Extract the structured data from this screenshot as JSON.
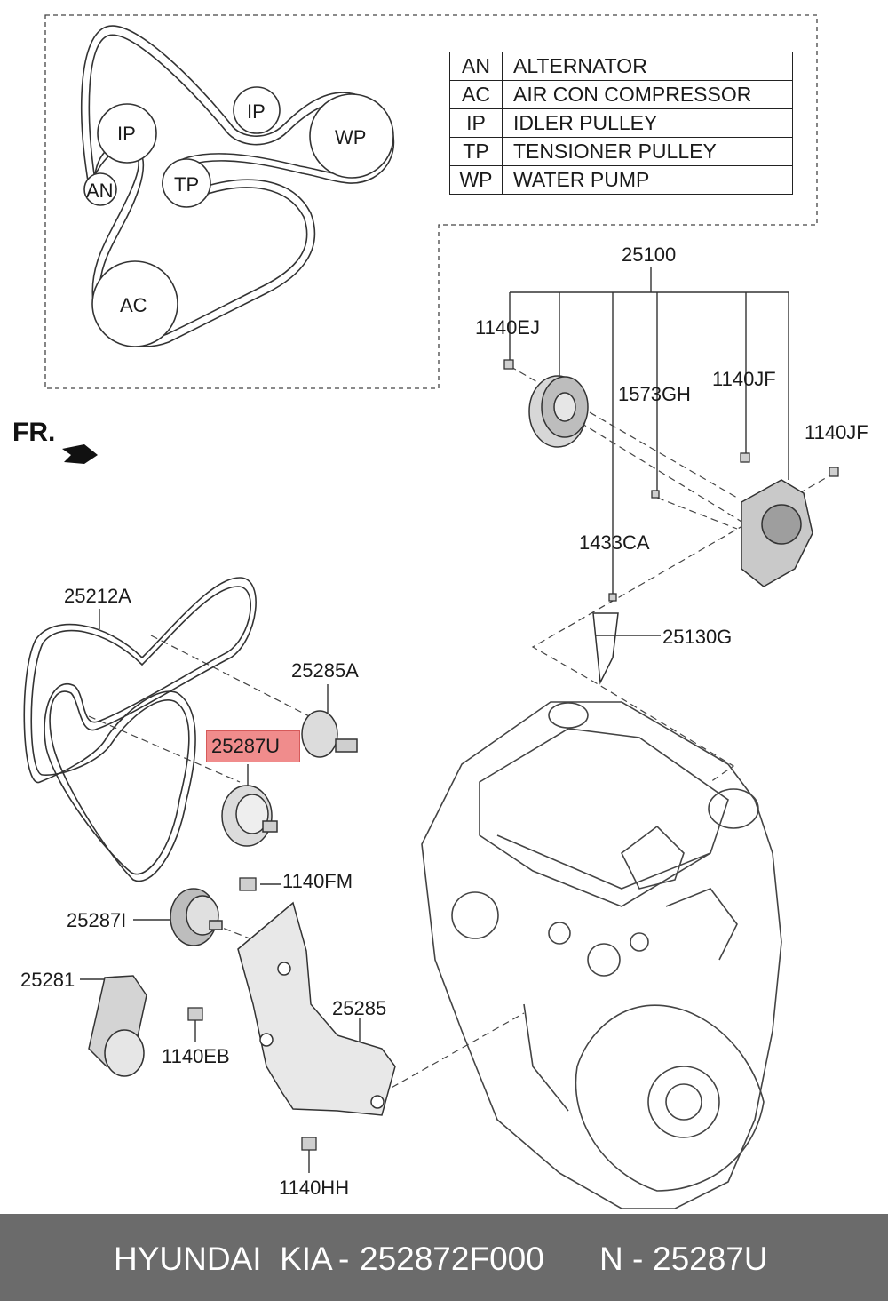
{
  "diagram": {
    "belt_routing": {
      "pulleys": [
        "AN",
        "IP",
        "IP",
        "WP",
        "TP",
        "AC"
      ]
    },
    "legend": [
      {
        "code": "AN",
        "name": "ALTERNATOR"
      },
      {
        "code": "AC",
        "name": "AIR CON COMPRESSOR"
      },
      {
        "code": "IP",
        "name": "IDLER PULLEY"
      },
      {
        "code": "TP",
        "name": "TENSIONER PULLEY"
      },
      {
        "code": "WP",
        "name": "WATER PUMP"
      }
    ],
    "direction_label": "FR.",
    "parts": {
      "p25100": "25100",
      "p1140EJ": "1140EJ",
      "p1573GH": "1573GH",
      "p1140JF_a": "1140JF",
      "p1140JF_b": "1140JF",
      "p1433CA": "1433CA",
      "p25130G": "25130G",
      "p25212A": "25212A",
      "p25285A": "25285A",
      "p25287U": "25287U",
      "p1140FM": "1140FM",
      "p25287I": "25287I",
      "p25281": "25281",
      "p1140EB": "1140EB",
      "p25285": "25285",
      "p1140HH": "1140HH"
    },
    "highlight_color": "#f08c8c"
  },
  "footer": {
    "brand": "HYUNDAI  KIA",
    "separator1": "-",
    "part_number": "252872F000",
    "n_label": "N",
    "separator2": "-",
    "ref_number": "25287U",
    "background": "#6b6b6b"
  }
}
